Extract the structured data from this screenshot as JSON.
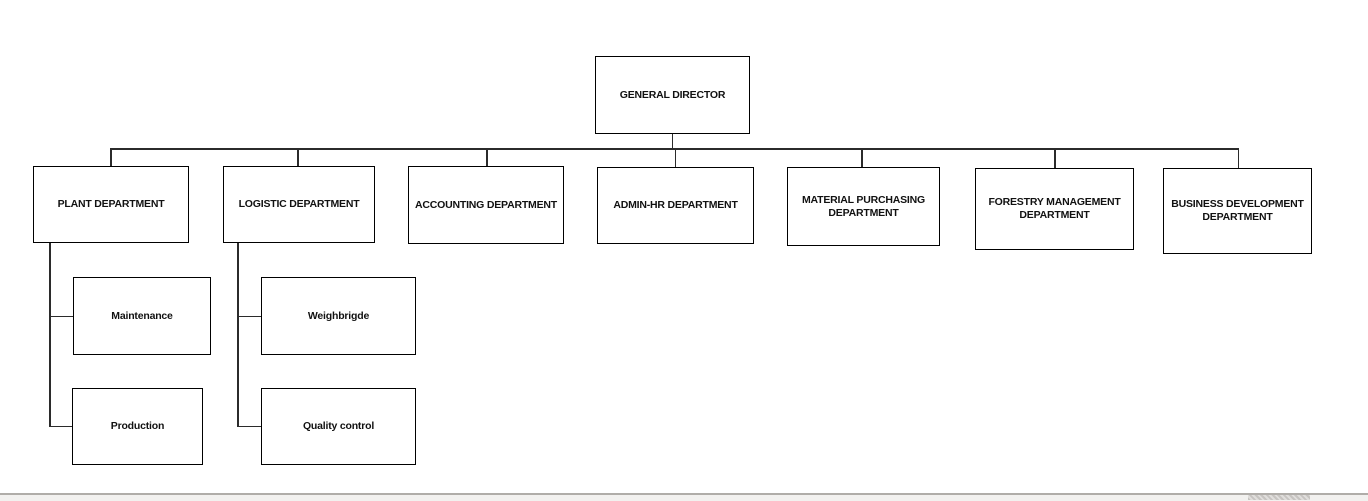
{
  "org": {
    "root": {
      "label": "GENERAL DIRECTOR"
    },
    "departments": [
      {
        "label": "PLANT DEPARTMENT",
        "children": [
          {
            "label": "Maintenance"
          },
          {
            "label": "Production"
          }
        ]
      },
      {
        "label": "LOGISTIC DEPARTMENT",
        "children": [
          {
            "label": "Weighbrigde"
          },
          {
            "label": "Quality control"
          }
        ]
      },
      {
        "label": "ACCOUNTING DEPARTMENT",
        "children": []
      },
      {
        "label": "ADMIN-HR DEPARTMENT",
        "children": []
      },
      {
        "label": "MATERIAL PURCHASING DEPARTMENT",
        "children": []
      },
      {
        "label": "FORESTRY MANAGEMENT DEPARTMENT",
        "children": []
      },
      {
        "label": "BUSINESS DEVELOPMENT DEPARTMENT",
        "children": []
      }
    ]
  },
  "colors": {
    "box_border": "#000000",
    "connector": "#2b2b2b",
    "text": "#111111",
    "scrollbar_divider": "#b0ada9",
    "scrollbar_track": "#f2f1ef",
    "scrollbar_thumb": "#c7c4c1"
  }
}
